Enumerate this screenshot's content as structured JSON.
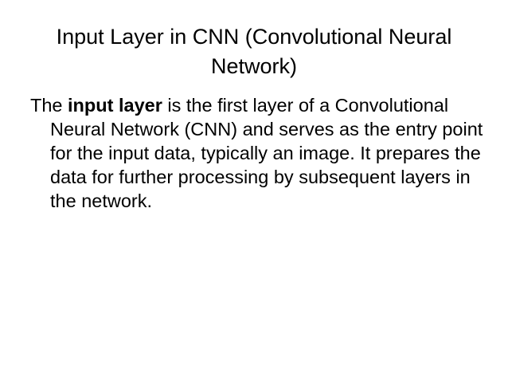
{
  "slide": {
    "title": "Input Layer in CNN (Convolutional Neural Network)",
    "body": {
      "lead": "The ",
      "bold_term": "input layer",
      "rest": " is the first layer of a Convolutional Neural Network (CNN) and serves as the entry point for the input data, typically an image. It prepares the data for further processing by subsequent layers in the network."
    }
  }
}
